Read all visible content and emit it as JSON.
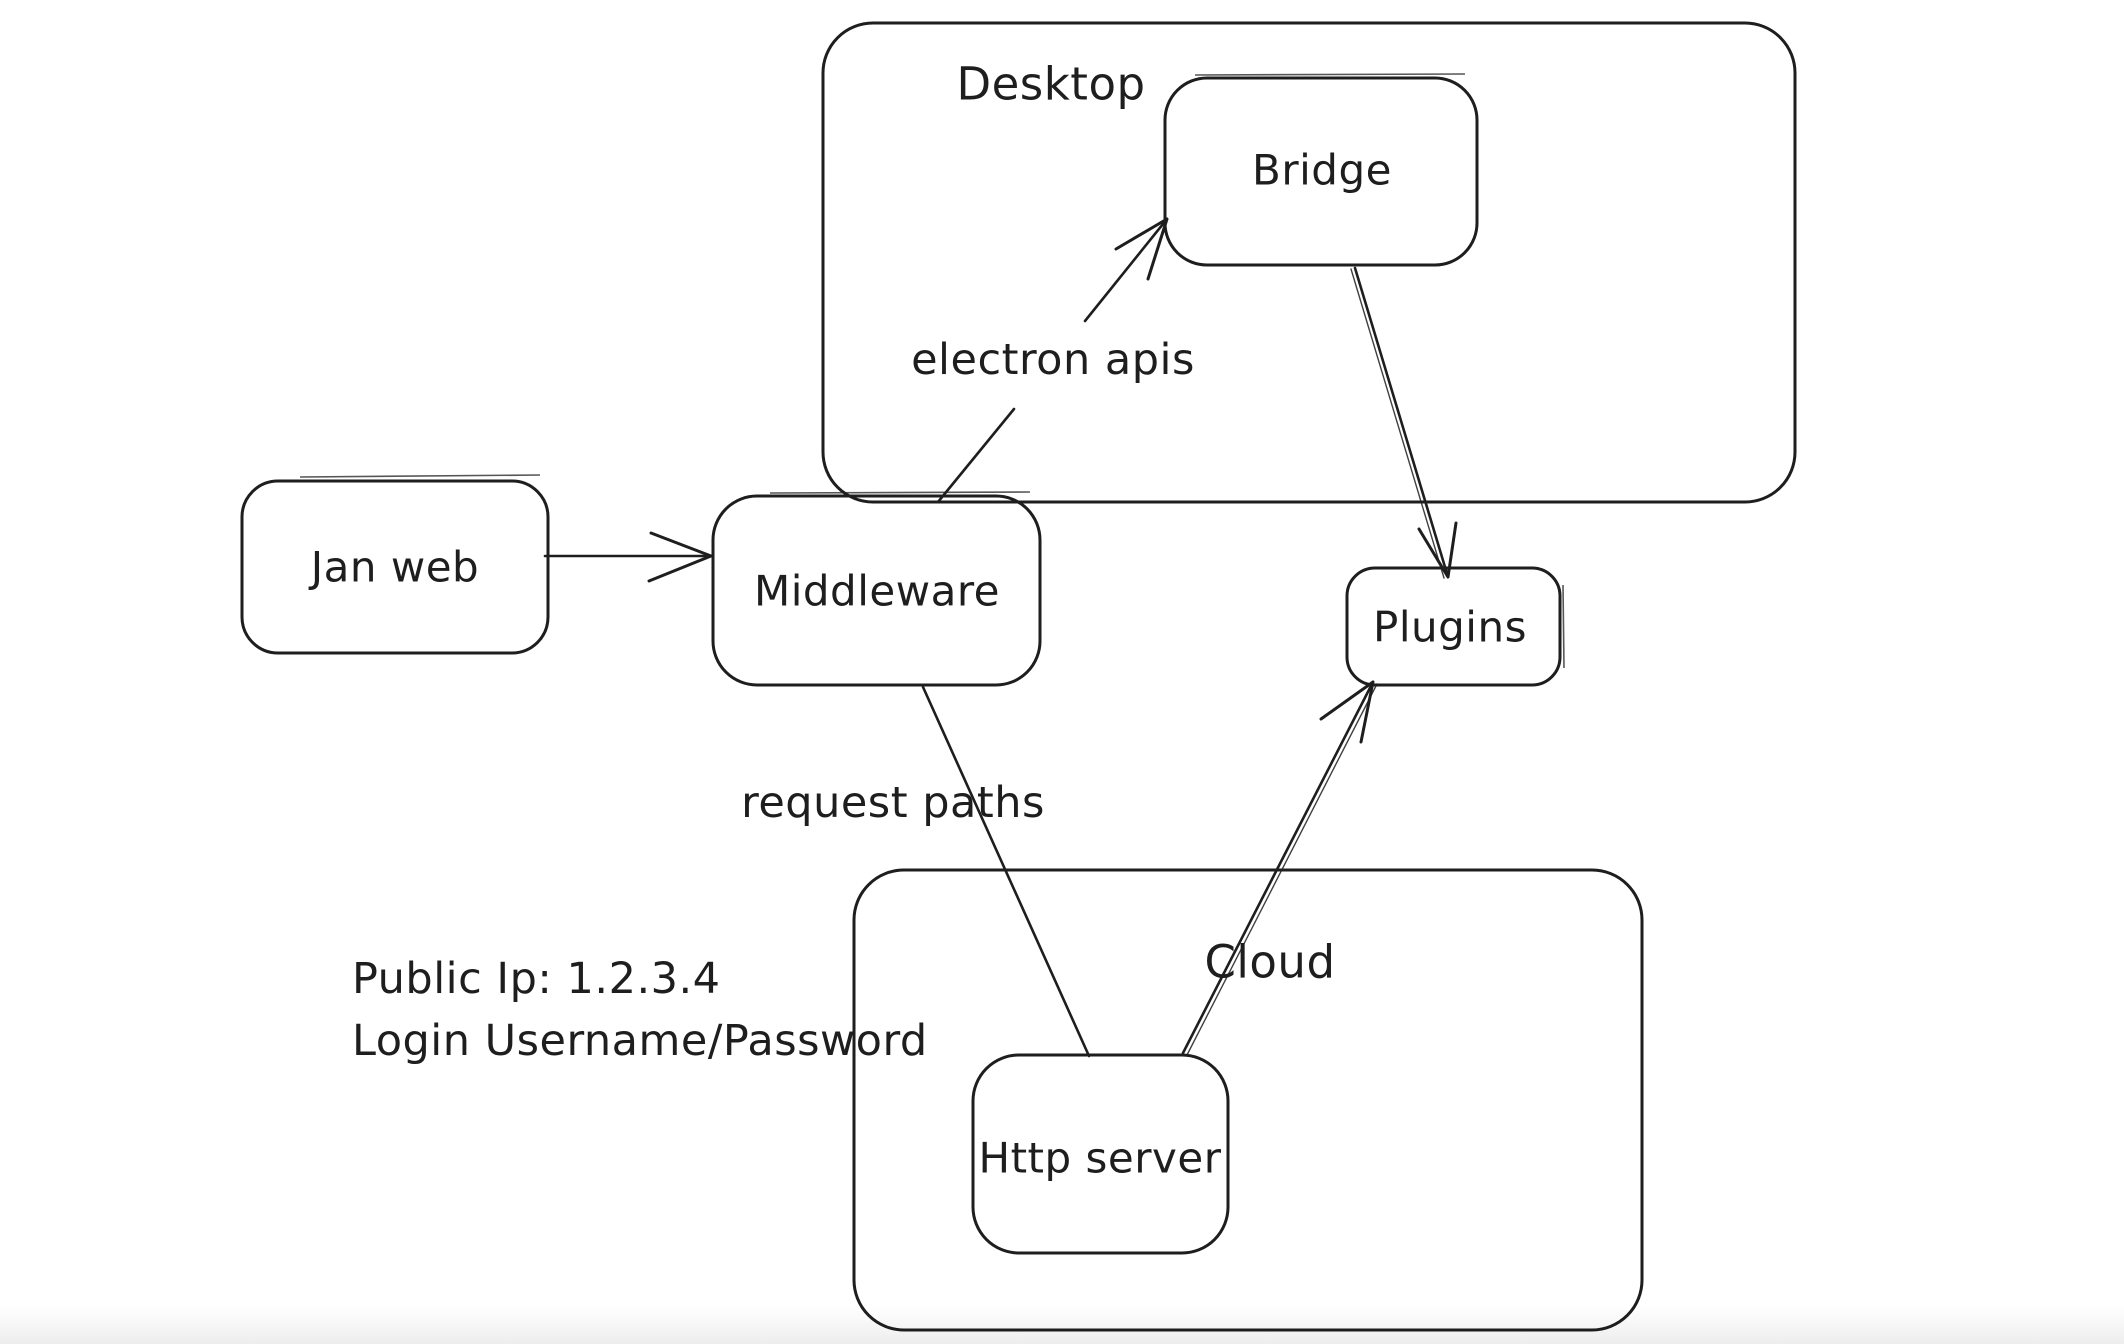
{
  "colors": {
    "stroke": "#1e1e1e",
    "background": "#ffffff"
  },
  "diagram": {
    "containers": [
      {
        "id": "desktop",
        "label": "Desktop"
      },
      {
        "id": "cloud",
        "label": "Cloud"
      }
    ],
    "nodes": [
      {
        "id": "jan-web",
        "label": "Jan web"
      },
      {
        "id": "middleware",
        "label": "Middleware"
      },
      {
        "id": "bridge",
        "label": "Bridge"
      },
      {
        "id": "plugins",
        "label": "Plugins"
      },
      {
        "id": "http-server",
        "label": "Http server"
      }
    ],
    "edges": [
      {
        "from": "jan-web",
        "to": "middleware",
        "label": "",
        "arrowhead": "open"
      },
      {
        "from": "middleware",
        "to": "bridge",
        "label": "electron apis",
        "arrowhead": "open"
      },
      {
        "from": "bridge",
        "to": "plugins",
        "label": "",
        "arrowhead": "open"
      },
      {
        "from": "middleware",
        "to": "http-server",
        "label": "request paths",
        "arrowhead": "none"
      },
      {
        "from": "http-server",
        "to": "plugins",
        "label": "",
        "arrowhead": "open"
      }
    ],
    "annotations": {
      "line1": "Public Ip: 1.2.3.4",
      "line2": "Login Username/Password"
    }
  }
}
